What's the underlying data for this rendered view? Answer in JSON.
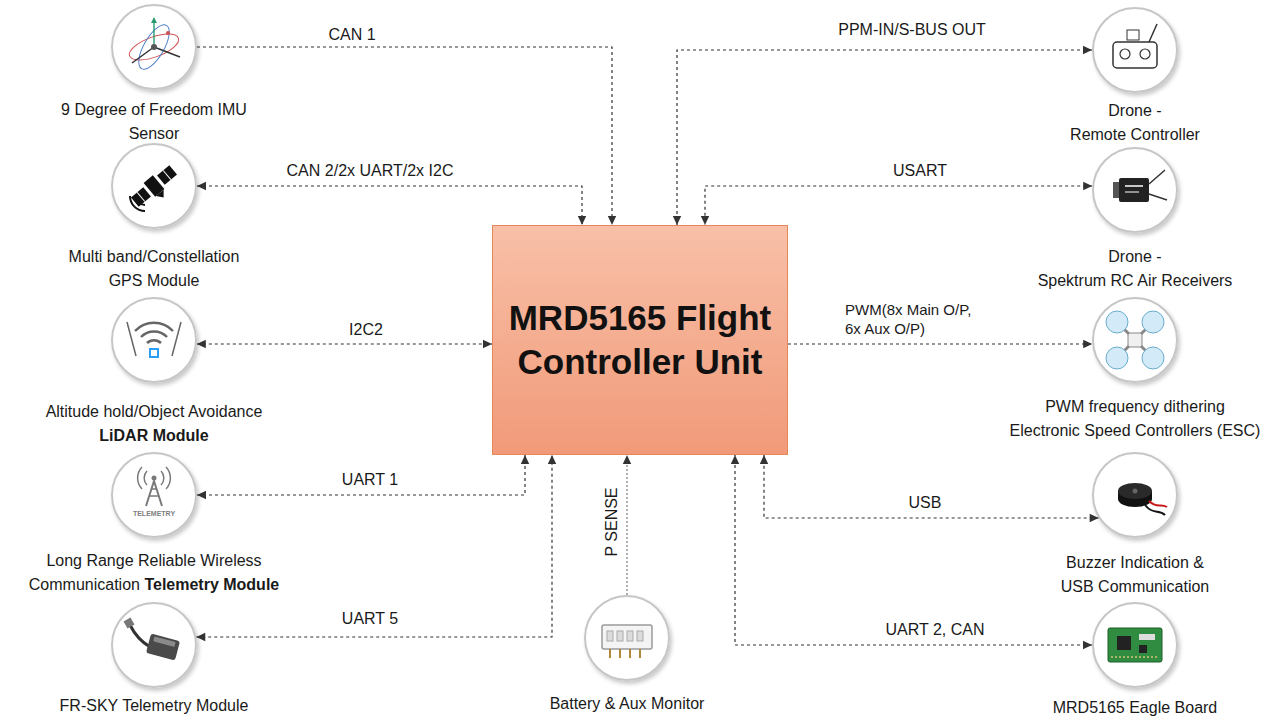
{
  "diagram": {
    "nodes": [
      {
        "text": [
          "9 Degree of Freedom IMU Sensor"
        ]
      },
      {
        "text": [
          "Drone -",
          "Remote Controller"
        ]
      },
      {
        "text": [
          "Multi band/Constellation GPS Module"
        ]
      },
      {
        "text": [
          "Drone -",
          "Spektrum RC Air Receivers"
        ]
      },
      {
        "text": [
          "Altitude hold/Object Avoidance",
          "LiDAR Module"
        ]
      },
      {
        "text": [
          "MRD5165 Flight Controller Unit"
        ]
      },
      {
        "text": [
          "PWM frequency dithering Electronic Speed Controllers (ESC)"
        ]
      },
      {
        "text": [
          "Long Range Reliable Wireless Communication",
          "Telemetry Module"
        ]
      },
      {
        "text": [
          "Buzzer Indication & USB Communication"
        ]
      },
      {
        "text": [
          "FR-SKY Telemetry Module"
        ]
      },
      {
        "text": [
          "Battery & Aux Monitor"
        ]
      },
      {
        "text": [
          "MRD5165 Eagle Board"
        ]
      }
    ],
    "edges": [
      {
        "from": 0,
        "to": 5,
        "label": "CAN 1",
        "arrow": "to"
      },
      {
        "from": 2,
        "to": 5,
        "label": "CAN 2/2x UART/2x I2C",
        "arrow": "both"
      },
      {
        "from": 4,
        "to": 5,
        "label": "I2C2",
        "arrow": "both"
      },
      {
        "from": 7,
        "to": 5,
        "label": "UART 1",
        "arrow": "both"
      },
      {
        "from": 9,
        "to": 5,
        "label": "UART 5",
        "arrow": "both"
      },
      {
        "from": 10,
        "to": 5,
        "label": "P SENSE",
        "arrow": "to"
      },
      {
        "from": 1,
        "to": 5,
        "label": "PPM-IN/S-BUS OUT",
        "arrow": "both"
      },
      {
        "from": 3,
        "to": 5,
        "label": "USART",
        "arrow": "both"
      },
      {
        "from": 5,
        "to": 6,
        "label": "PWM(8x Main O/P, 6x Aux O/P)",
        "arrow": "to"
      },
      {
        "from": 8,
        "to": 5,
        "label": "USB",
        "arrow": "both"
      },
      {
        "from": 11,
        "to": 5,
        "label": "UART 2, CAN",
        "arrow": "both"
      }
    ],
    "labels": [
      "TELEMETRY"
    ]
  }
}
